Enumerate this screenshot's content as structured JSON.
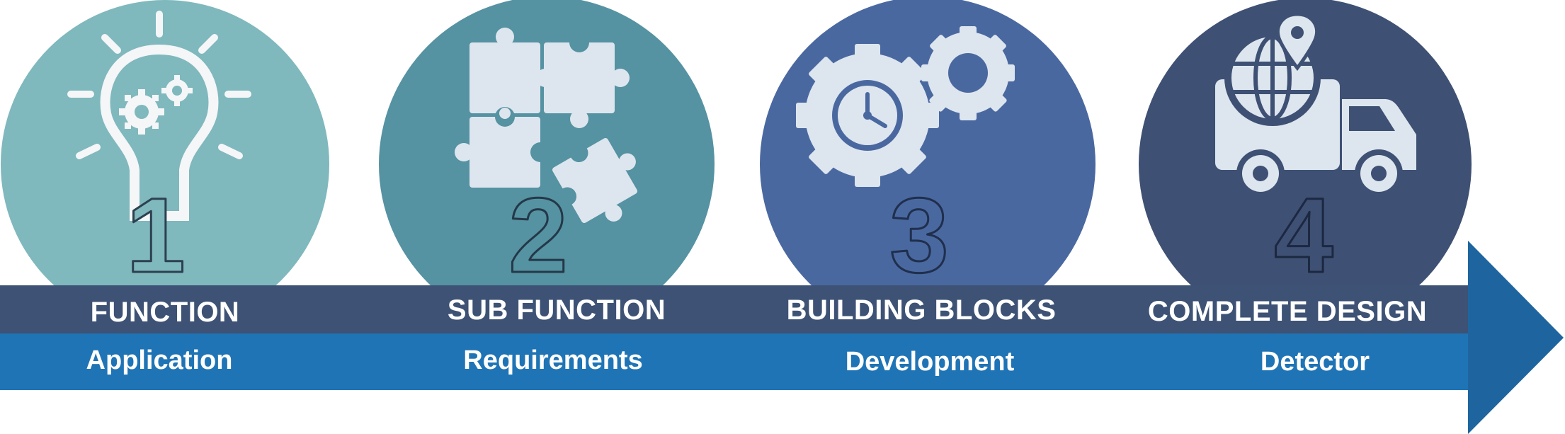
{
  "stages": [
    {
      "number": "1",
      "title": "FUNCTION",
      "subtitle": "Application",
      "icon": "lightbulb-gears-icon",
      "color": "#7fb8bd"
    },
    {
      "number": "2",
      "title": "SUB FUNCTION",
      "subtitle": "Requirements",
      "icon": "puzzle-pieces-icon",
      "color": "#5592a2"
    },
    {
      "number": "3",
      "title": "BUILDING BLOCKS",
      "subtitle": "Development",
      "icon": "gears-clock-icon",
      "color": "#4a68a0"
    },
    {
      "number": "4",
      "title": "COMPLETE DESIGN",
      "subtitle": "Detector",
      "icon": "delivery-truck-globe-icon",
      "color": "#3e5073"
    }
  ],
  "colors": {
    "title_band": "#3d5274",
    "subtitle_band": "#1f74b5",
    "arrow": "#1e65a0",
    "icon_fill": "#dde6ee"
  }
}
